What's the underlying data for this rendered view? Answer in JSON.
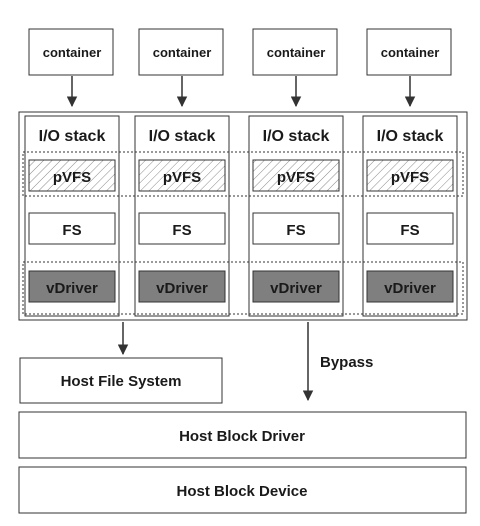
{
  "containers": [
    "container",
    "container",
    "container",
    "container"
  ],
  "stacks": [
    {
      "title": "I/O stack",
      "pvfs": "pVFS",
      "fs": "FS",
      "vdriver": "vDriver"
    },
    {
      "title": "I/O stack",
      "pvfs": "pVFS",
      "fs": "FS",
      "vdriver": "vDriver"
    },
    {
      "title": "I/O stack",
      "pvfs": "pVFS",
      "fs": "FS",
      "vdriver": "vDriver"
    },
    {
      "title": "I/O stack",
      "pvfs": "pVFS",
      "fs": "FS",
      "vdriver": "vDriver"
    }
  ],
  "host": {
    "file_system": "Host File System",
    "bypass": "Bypass",
    "block_driver": "Host Block Driver",
    "block_device": "Host Block Device"
  },
  "colors": {
    "stroke": "#333333",
    "vdriver_fill": "#7f7f7f",
    "hatch": "#8a8a8a",
    "text": "#1a1a1a"
  }
}
